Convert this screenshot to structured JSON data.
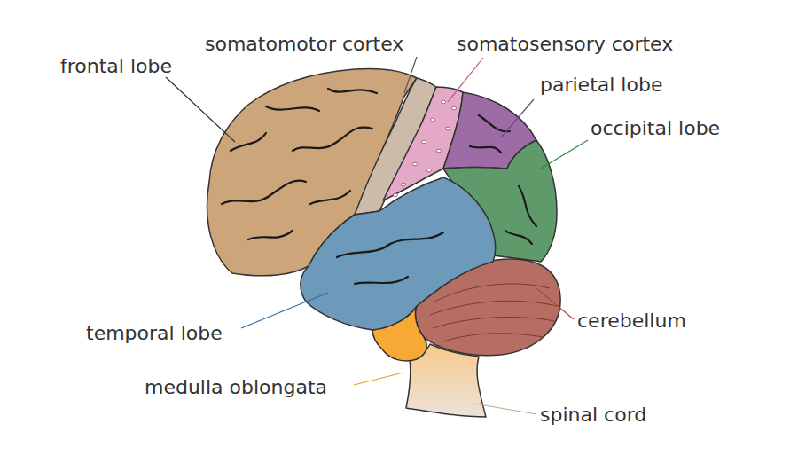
{
  "diagram": {
    "labels": [
      "somatomotor cortex",
      "somatosensory cortex",
      "frontal lobe",
      "parietal lobe",
      "occipital lobe",
      "cerebellum",
      "temporal lobe",
      "medulla oblongata",
      "spinal cord"
    ]
  }
}
